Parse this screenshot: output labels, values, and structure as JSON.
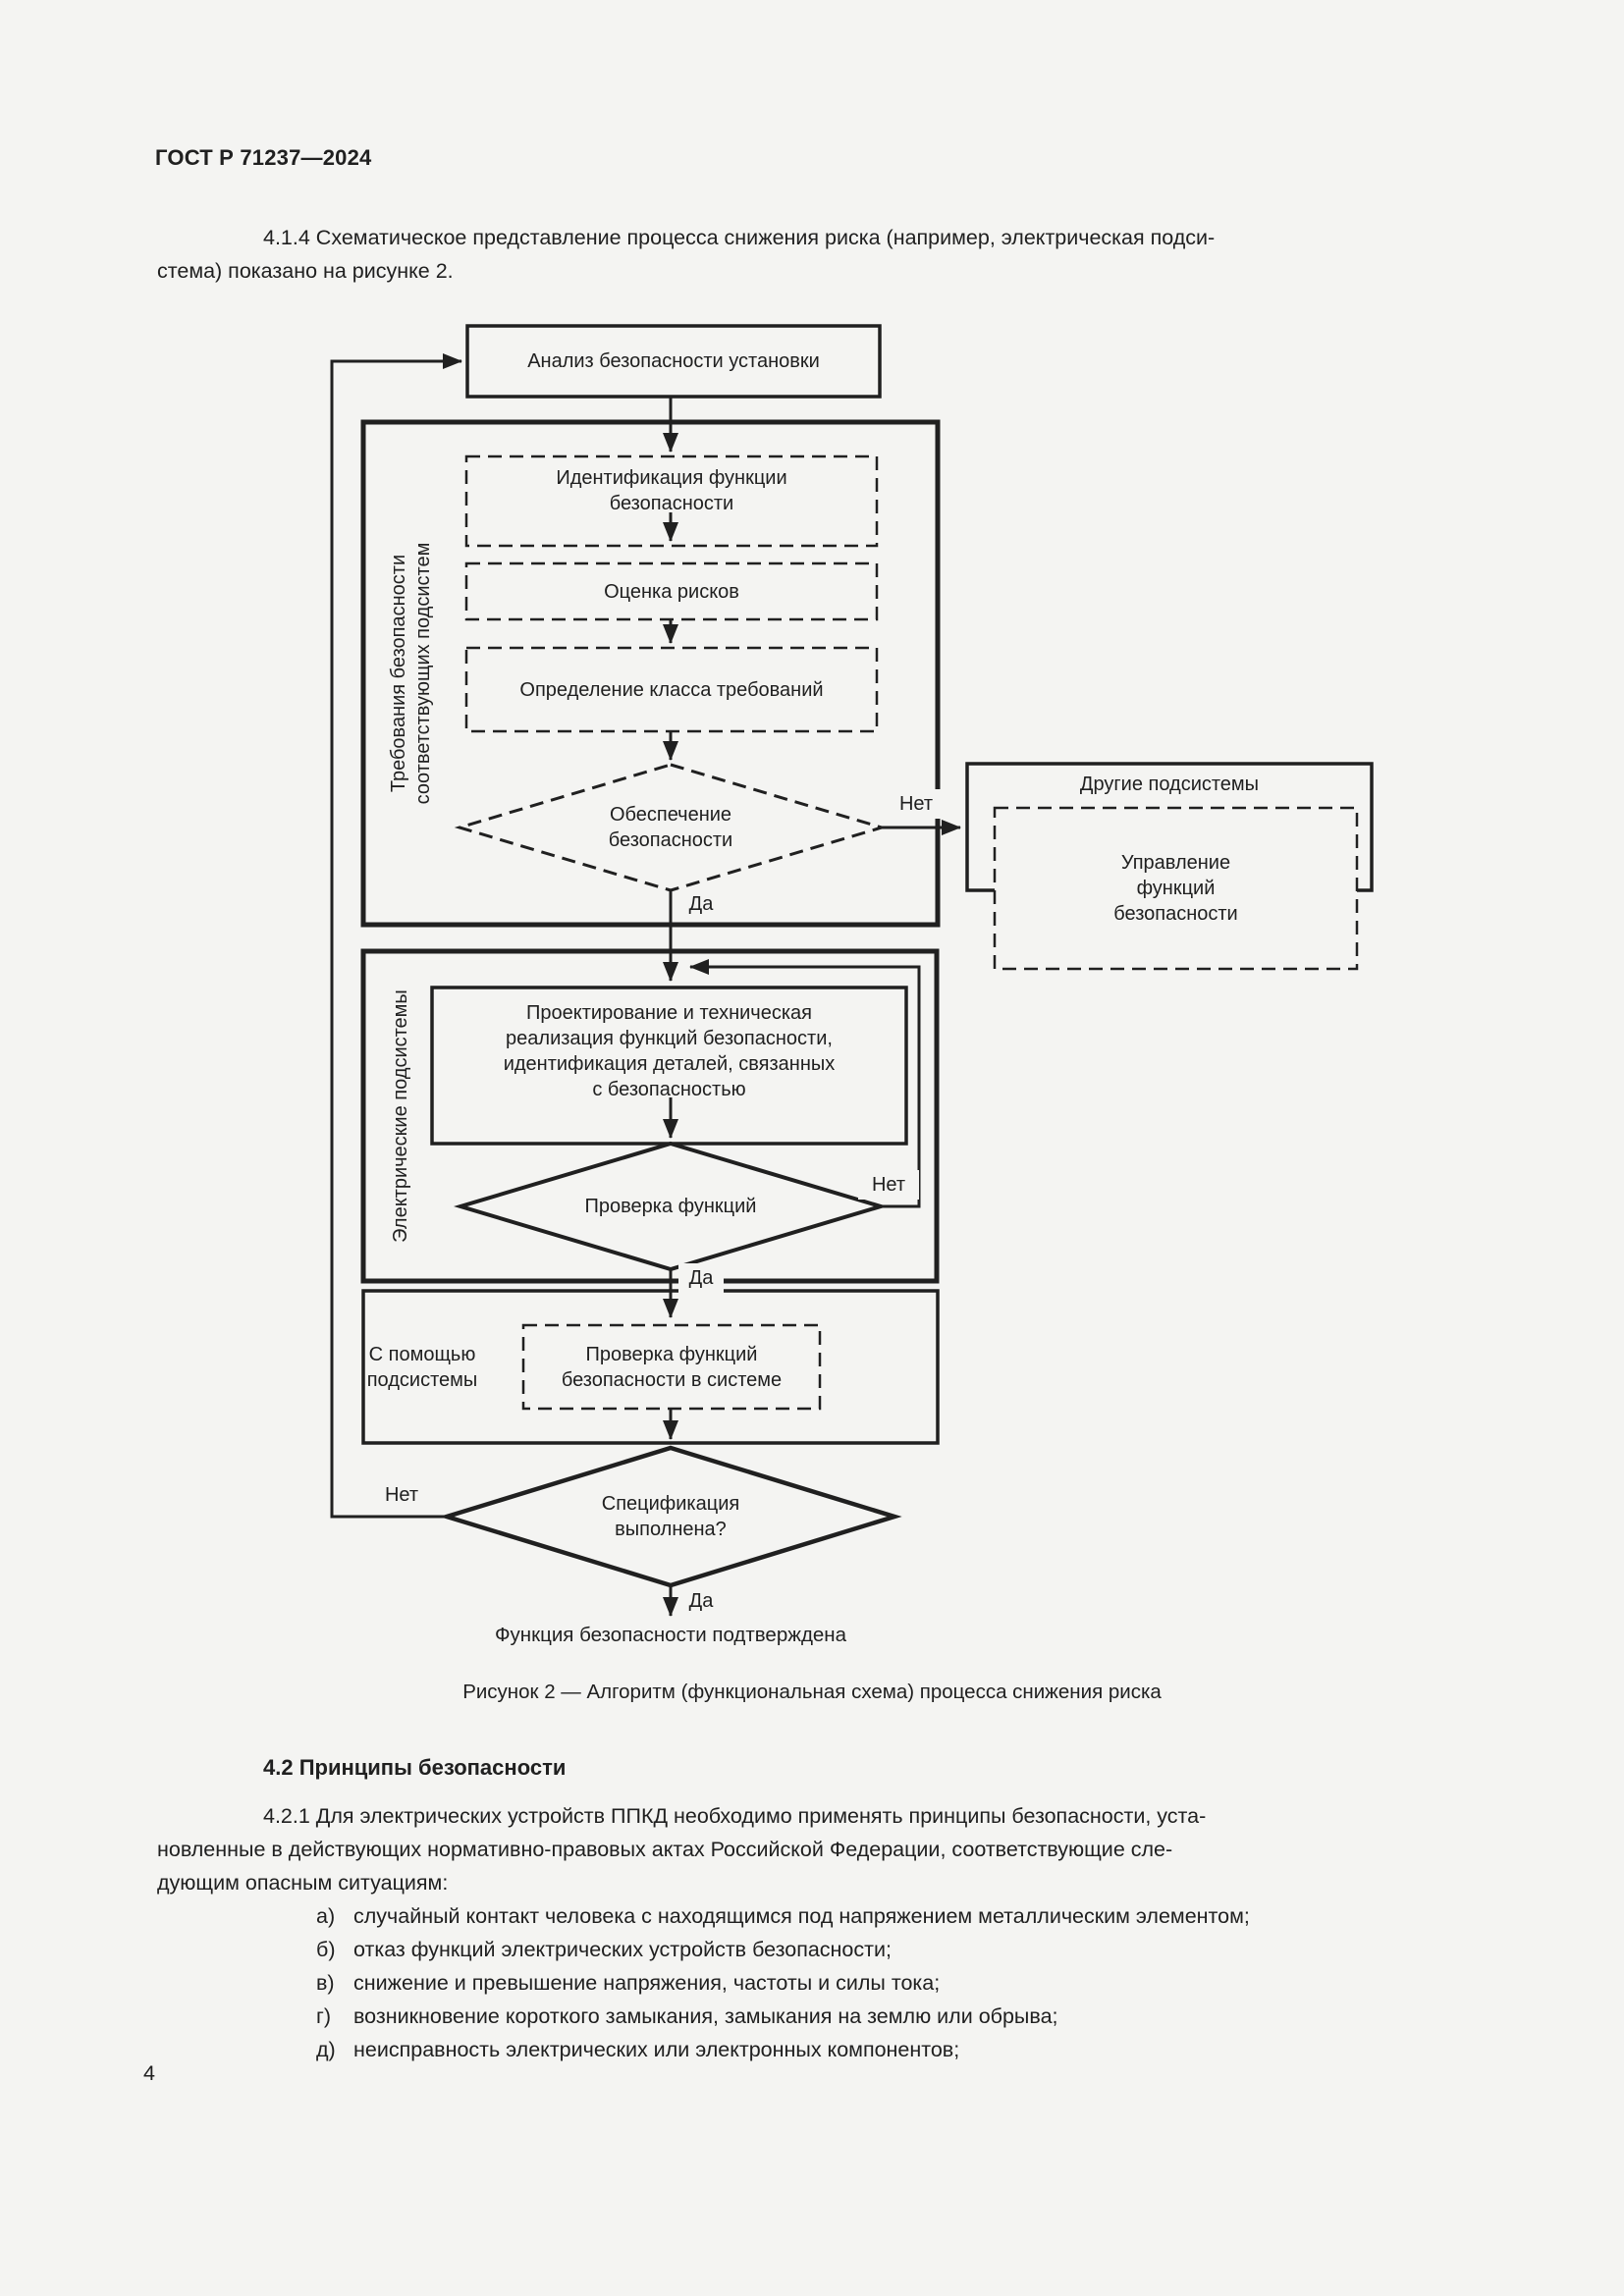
{
  "page": {
    "header": "ГОСТ Р 71237—2024",
    "number": "4",
    "background": "#f4f4f2",
    "ink": "#202020"
  },
  "para_4_1_4": {
    "line1": "4.1.4 Схематическое представление процесса снижения риска (например, электрическая подси-",
    "line2": "стема) показано на рисунке 2."
  },
  "figure": {
    "caption": "Рисунок 2 — Алгоритм (функциональная схема) процесса снижения риска",
    "labels": {
      "analysis": "Анализ безопасности установки",
      "requirements_group": "Требования безопасности\nсоответствующих подсистем",
      "identification": "Идентификация функции\nбезопасности",
      "risk_assessment": "Оценка рисков",
      "class_definition": "Определение класса требований",
      "safety_assurance": "Обеспечение\nбезопасности",
      "other_subsystems": "Другие подсистемы",
      "safety_control": "Управление\nфункций\nбезопасности",
      "electrical_group": "Электрические подсистемы",
      "design": "Проектирование и техническая\nреализация функций безопасности,\nидентификация деталей, связанных\nс безопасностью",
      "function_check": "Проверка функций",
      "with_subsystem": "С помощью\nподсистемы",
      "system_check": "Проверка функций\nбезопасности в системе",
      "spec_fulfilled": "Спецификация\nвыполнена?",
      "confirmed": "Функция безопасности подтверждена",
      "yes": "Да",
      "no": "Нет"
    }
  },
  "section_4_2": {
    "heading": "4.2 Принципы безопасности",
    "para_4_2_1": {
      "line1": "4.2.1 Для электрических устройств ППКД необходимо применять принципы безопасности, уста-",
      "line2": "новленные в действующих нормативно-правовых актах Российской Федерации, соответствующие сле-",
      "line3": "дующим опасным ситуациям:"
    },
    "list": [
      {
        "marker": "а)",
        "text": "случайный контакт человека с находящимся под напряжением металлическим элементом;"
      },
      {
        "marker": "б)",
        "text": "отказ функций электрических устройств безопасности;"
      },
      {
        "marker": "в)",
        "text": "снижение и превышение напряжения, частоты и силы тока;"
      },
      {
        "marker": "г)",
        "text": "возникновение короткого замыкания, замыкания на землю или обрыва;"
      },
      {
        "marker": "д)",
        "text": "неисправность электрических или электронных компонентов;"
      }
    ]
  }
}
